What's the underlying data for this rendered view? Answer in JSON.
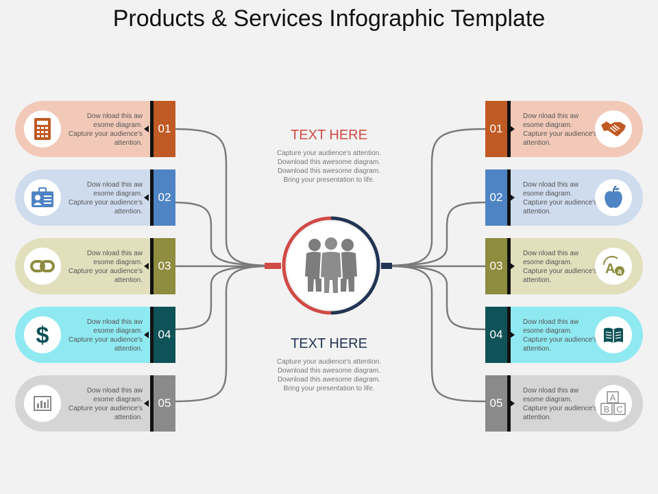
{
  "title": "Products & Services Infographic Template",
  "colors": {
    "background": "#f2f2f2",
    "red_accent": "#d04a46",
    "navy_accent": "#213453",
    "connector": "#7a7a7a"
  },
  "left_items": [
    {
      "number": "01",
      "text": "Dow nload this aw esome diagram. Capture your audience's attention.",
      "icon": "calculator-icon",
      "pill_color": "#f2c9b8",
      "tab_color": "#c05a24"
    },
    {
      "number": "02",
      "text": "Dow nload this aw esome diagram. Capture your audience's attention.",
      "icon": "id-card-icon",
      "pill_color": "#cfdcee",
      "tab_color": "#4f84c4"
    },
    {
      "number": "03",
      "text": "Dow nload this aw esome diagram. Capture your audience's attention.",
      "icon": "chain-link-icon",
      "pill_color": "#e2dfbd",
      "tab_color": "#8e8c3f"
    },
    {
      "number": "04",
      "text": "Dow nload this aw esome diagram. Capture your audience's attention.",
      "icon": "dollar-icon",
      "pill_color": "#8fe9f1",
      "tab_color": "#0f5358"
    },
    {
      "number": "05",
      "text": "Dow nload this aw esome diagram. Capture your audience's attention.",
      "icon": "bar-chart-icon",
      "pill_color": "#d5d5d5",
      "tab_color": "#8a8a8a"
    }
  ],
  "right_items": [
    {
      "number": "01",
      "text": "Dow nload this aw esome diagram. Capture your audience's attention.",
      "icon": "handshake-icon",
      "pill_color": "#f2c9b8",
      "tab_color": "#c05a24"
    },
    {
      "number": "02",
      "text": "Dow nload this aw esome diagram. Capture your audience's attention.",
      "icon": "apple-icon",
      "pill_color": "#cfdcee",
      "tab_color": "#4f84c4"
    },
    {
      "number": "03",
      "text": "Dow nload this aw esome diagram. Capture your audience's attention.",
      "icon": "translate-icon",
      "pill_color": "#e2dfbd",
      "tab_color": "#8e8c3f"
    },
    {
      "number": "04",
      "text": "Dow nload this aw esome diagram. Capture your audience's attention.",
      "icon": "book-icon",
      "pill_color": "#8fe9f1",
      "tab_color": "#0f5358"
    },
    {
      "number": "05",
      "text": "Dow nload this aw esome diagram. Capture your audience's attention.",
      "icon": "abc-blocks-icon",
      "pill_color": "#d5d5d5",
      "tab_color": "#8a8a8a"
    }
  ],
  "text_top": {
    "heading": "TEXT HERE",
    "heading_color": "#d04a46",
    "lines": [
      "Capture your audience's attention.",
      "Download this awesome diagram.",
      "Download this awesome diagram.",
      "Bring your presentation to life."
    ]
  },
  "text_bottom": {
    "heading": "TEXT HERE",
    "heading_color": "#213453",
    "lines": [
      "Capture your audience's attention.",
      "Download this awesome diagram.",
      "Download this awesome diagram.",
      "Bring your presentation to life."
    ]
  },
  "center_icon": "people-group-icon"
}
